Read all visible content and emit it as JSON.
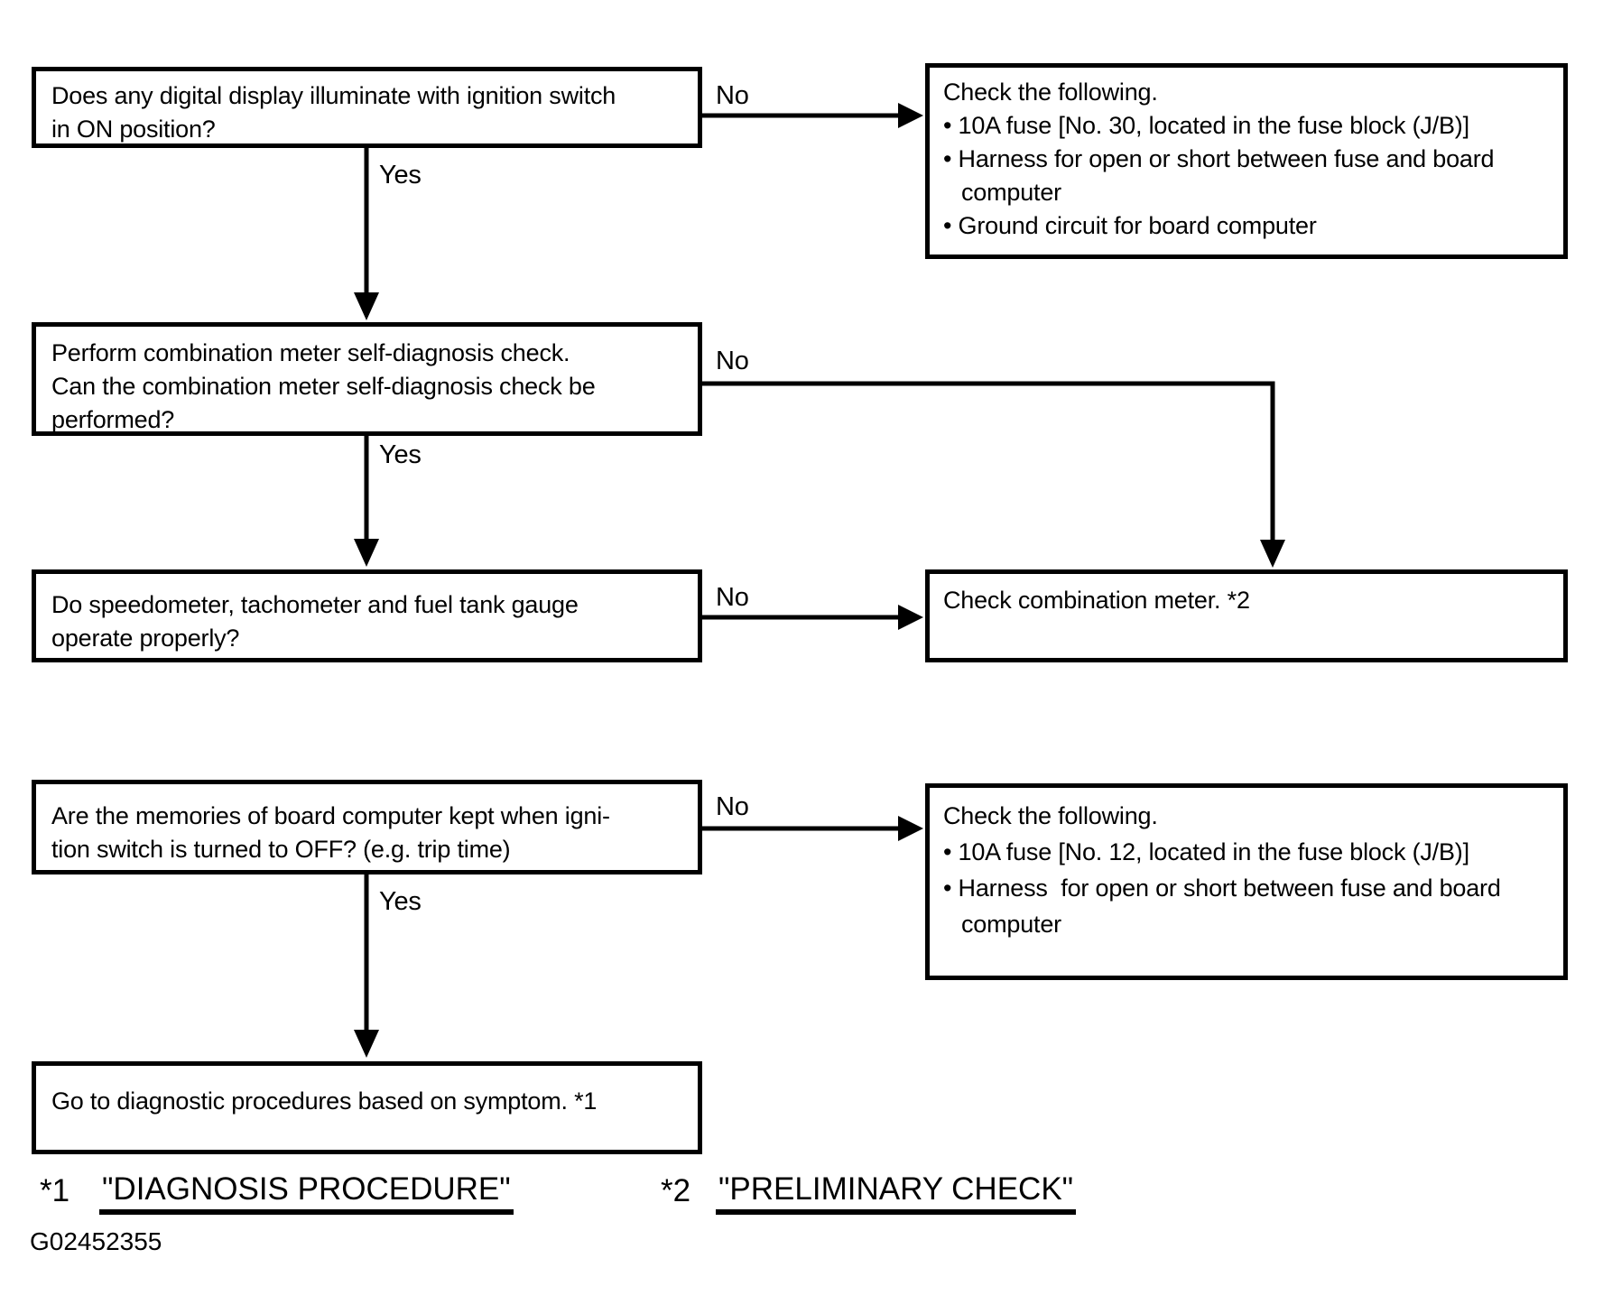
{
  "figure_id": "G02452355",
  "labels": {
    "yes": "Yes",
    "no": "No"
  },
  "boxes": {
    "q_digital_display": {
      "lines": [
        "Does any digital display illuminate with ignition switch",
        "in ON position?"
      ]
    },
    "check_fuse_30": {
      "lines": [
        "Check the following.",
        "• 10A fuse [No. 30, located in the fuse block (J/B)]",
        "• Harness for open or short between fuse and board",
        "computer",
        "• Ground circuit for board computer"
      ]
    },
    "q_self_diagnosis": {
      "lines": [
        "Perform combination meter self-diagnosis check.",
        "Can the combination meter self-diagnosis check be",
        "performed?"
      ]
    },
    "q_gauges": {
      "lines": [
        "Do speedometer, tachometer and fuel tank gauge",
        "operate properly?"
      ]
    },
    "check_combination_meter": {
      "lines": [
        "Check combination meter. *2"
      ]
    },
    "q_memories": {
      "lines": [
        "Are the memories of board computer kept when igni-",
        "tion switch is turned to OFF? (e.g. trip time)"
      ]
    },
    "check_fuse_12": {
      "lines": [
        "Check the following.",
        "• 10A fuse [No. 12, located in the fuse block (J/B)]",
        "• Harness  for open or short between fuse and board",
        "computer"
      ]
    },
    "go_to_diagnostics": {
      "lines": [
        "Go to diagnostic procedures based on symptom. *1"
      ]
    }
  },
  "footnotes": {
    "ref1": {
      "marker": "*1",
      "text": "\"DIAGNOSIS PROCEDURE\""
    },
    "ref2": {
      "marker": "*2",
      "text": "\"PRELIMINARY CHECK\""
    }
  }
}
